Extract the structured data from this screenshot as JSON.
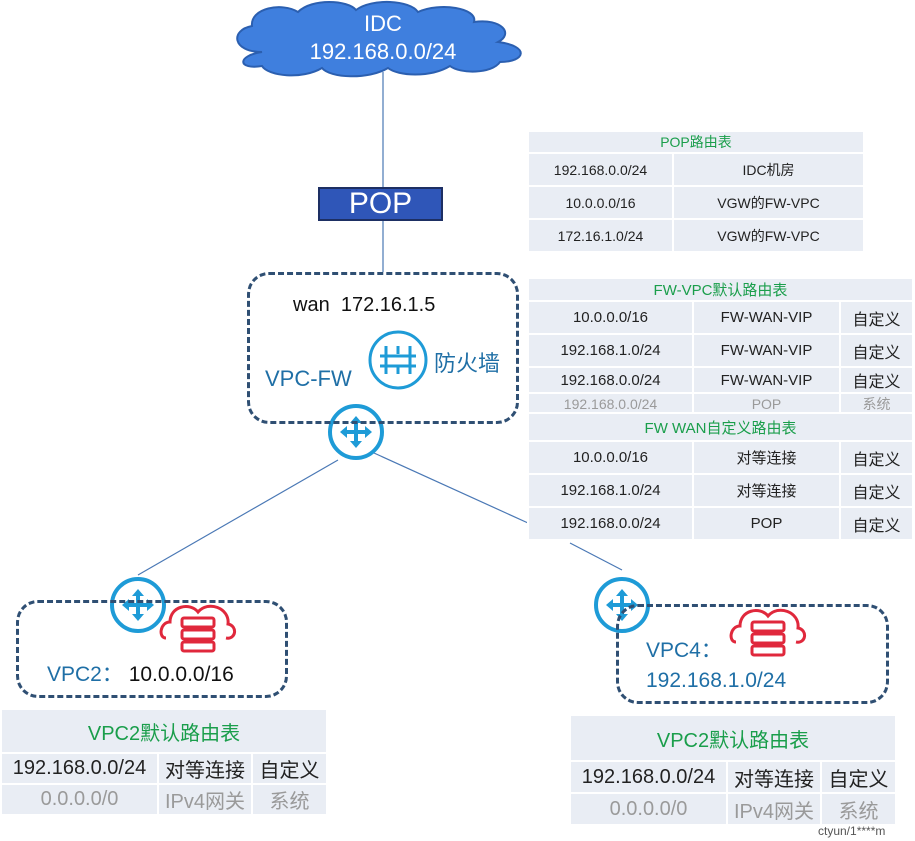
{
  "idc": {
    "title": "IDC",
    "cidr": "192.168.0.0/24"
  },
  "pop": {
    "label": "POP"
  },
  "vpc_fw": {
    "wan_label": "wan",
    "wan_ip": "172.16.1.5",
    "name": "VPC-FW",
    "firewall_label": "防火墙"
  },
  "vpc2": {
    "name": "VPC2：",
    "cidr": "10.0.0.0/16"
  },
  "vpc4": {
    "name": "VPC4：",
    "cidr": "192.168.1.0/24"
  },
  "pop_table": {
    "title": "POP路由表",
    "rows": [
      [
        "192.168.0.0/24",
        "IDC机房"
      ],
      [
        "10.0.0.0/16",
        "VGW的FW-VPC"
      ],
      [
        "172.16.1.0/24",
        "VGW的FW-VPC"
      ]
    ]
  },
  "fw_default_table": {
    "title": "FW-VPC默认路由表",
    "rows": [
      [
        "10.0.0.0/16",
        "FW-WAN-VIP",
        "自定义"
      ],
      [
        "192.168.1.0/24",
        "FW-WAN-VIP",
        "自定义"
      ],
      [
        "192.168.0.0/24",
        "FW-WAN-VIP",
        "自定义"
      ],
      [
        "192.168.0.0/24",
        "POP",
        "系统"
      ]
    ]
  },
  "fw_wan_table": {
    "title": "FW WAN自定义路由表",
    "rows": [
      [
        "10.0.0.0/16",
        "对等连接",
        "自定义"
      ],
      [
        "192.168.1.0/24",
        "对等连接",
        "自定义"
      ],
      [
        "192.168.0.0/24",
        "POP",
        "自定义"
      ]
    ]
  },
  "vpc2_table": {
    "title": "VPC2默认路由表",
    "rows": [
      [
        "192.168.0.0/24",
        "对等连接",
        "自定义"
      ],
      [
        "0.0.0.0/0",
        "IPv4网关",
        "系统"
      ]
    ]
  },
  "vpc4_table": {
    "title": "VPC2默认路由表",
    "rows": [
      [
        "192.168.0.0/24",
        "对等连接",
        "自定义"
      ],
      [
        "0.0.0.0/0",
        "IPv4网关",
        "系统"
      ]
    ]
  },
  "watermark": "ctyun/1****m",
  "colors": {
    "cloud": "#2f6fd6",
    "router": "#1e9bd7",
    "server": "#e0283c",
    "title_green": "#1a9e4b",
    "cell_bg": "#e9edf4",
    "dash_border": "#2f4f73"
  }
}
